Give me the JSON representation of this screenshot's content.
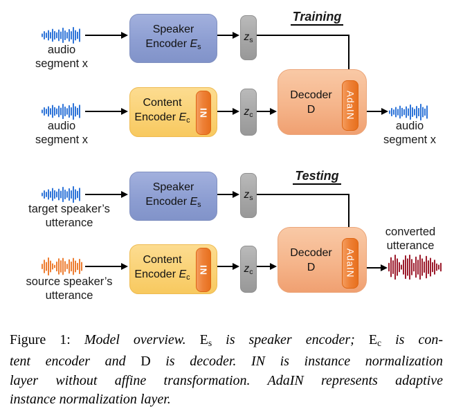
{
  "figure": {
    "training_label": "Training",
    "testing_label": "Testing",
    "boxes": {
      "speaker_encoder": {
        "line1": "Speaker",
        "line2_main": "Encoder ",
        "line2_var": "E",
        "line2_sub": "s"
      },
      "content_encoder": {
        "line1": "Content",
        "line2_main": "Encoder ",
        "line2_var": "E",
        "line2_sub": "c"
      },
      "decoder": {
        "line1": "Decoder",
        "line2": "D"
      },
      "in_tab": "IN",
      "adain_tab": "AdaIN",
      "z_s": {
        "main": "z",
        "sub": "s"
      },
      "z_c": {
        "main": "z",
        "sub": "c"
      }
    },
    "labels": {
      "train_in_speaker": [
        "audio",
        "segment x"
      ],
      "train_in_content": [
        "audio",
        "segment x"
      ],
      "train_out": [
        "audio",
        "segment x"
      ],
      "test_in_speaker": [
        "target speaker’s",
        "utterance"
      ],
      "test_in_content": [
        "source speaker’s",
        "utterance"
      ],
      "test_out": [
        "converted",
        "utterance"
      ]
    },
    "colors": {
      "waveform_blue": "#2E74D8",
      "waveform_orange": "#ED7D31",
      "waveform_red": "#9C1B2C",
      "speaker_box": "#8D9ED2",
      "content_box": "#FAD276",
      "decoder_box": "#F5B58B",
      "tab_orange": "#EE8137",
      "z_box": "#A6A6A6",
      "arrow": "#000000"
    }
  },
  "caption": {
    "lines": [
      [
        [
          "rm",
          "Figure 1: "
        ],
        [
          "it",
          "Model overview.  "
        ],
        [
          "rm",
          "E"
        ],
        [
          "rmsub",
          "s"
        ],
        [
          "it",
          " is speaker encoder; "
        ],
        [
          "rm",
          "E"
        ],
        [
          "rmsub",
          "c"
        ],
        [
          "it",
          " is con-"
        ]
      ],
      [
        [
          "it",
          "tent encoder and "
        ],
        [
          "rm",
          "D"
        ],
        [
          "it",
          " is decoder.  IN is instance normalization"
        ]
      ],
      [
        [
          "it",
          "layer without affine transformation. AdaIN represents adaptive"
        ]
      ],
      [
        [
          "it",
          "instance normalization layer."
        ]
      ]
    ]
  }
}
